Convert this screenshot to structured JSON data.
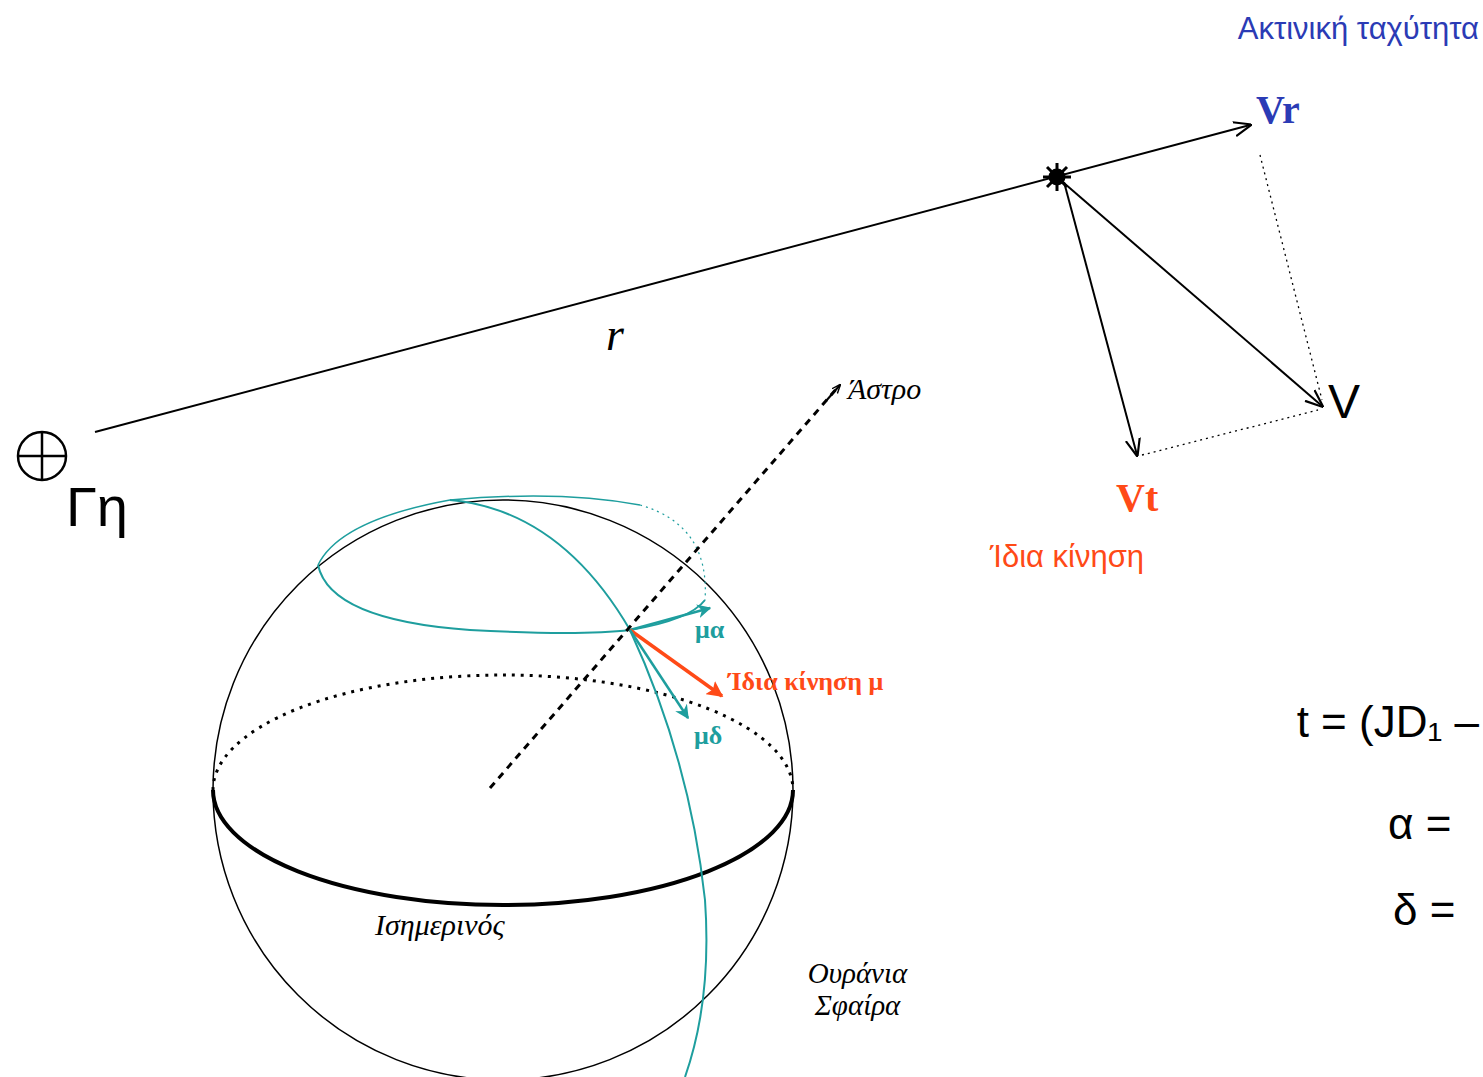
{
  "diagram": {
    "labels": [
      "Ακτινική ταχύτητα",
      "Vr",
      "r",
      "Γη",
      "Άστρο",
      "V",
      "Vt",
      "Ίδια κίνηση",
      "μα",
      "Ίδια κίνηση  μ",
      "μδ",
      "Ισημερινός",
      "Ουράνια Σφαίρα",
      "t = (JD₁ –",
      "α =",
      "δ ="
    ]
  }
}
